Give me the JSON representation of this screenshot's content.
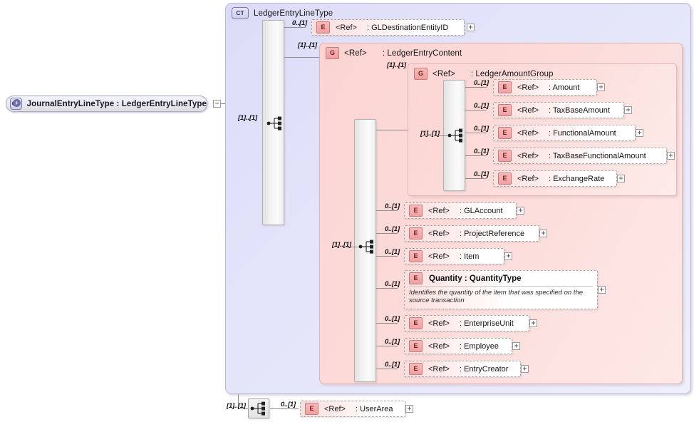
{
  "diagram": {
    "type": "xsd-schema-diagram",
    "colors": {
      "complextype_fill": "#e0e0f8",
      "group_fill": "#fbd6d4",
      "element_badge": "#f7a8a8",
      "line": "#8d8d8d"
    },
    "root": {
      "badge": "CT",
      "badge_expand": "+",
      "label": "JournalEntryLineType : LedgerEntryLineType",
      "collapse_toggle": "−"
    },
    "complex_type": {
      "badge": "CT",
      "title": "LedgerEntryLineType",
      "compositor": "sequence",
      "cardinality": "[1]..[1]"
    },
    "group_content": {
      "badge": "G",
      "ref": "<Ref>",
      "title": ": LedgerEntryContent",
      "cardinality": "[1]..[1]",
      "compositor": "sequence",
      "inner_cardinality": "[1]..[1]"
    },
    "group_amount": {
      "badge": "G",
      "ref": "<Ref>",
      "title": ": LedgerAmountGroup",
      "cardinality": "[1]..[1]",
      "compositor": "sequence",
      "inner_cardinality": "[1]..[1]"
    },
    "nodes": {
      "gl_destination_entity_id": {
        "badge": "E",
        "ref": "<Ref>",
        "name": ": GLDestinationEntityID",
        "cardinality": "0..[1]",
        "expand": "+"
      },
      "amount": {
        "badge": "E",
        "ref": "<Ref>",
        "name": ": Amount",
        "cardinality": "0..[1]",
        "expand": "+"
      },
      "tax_base_amount": {
        "badge": "E",
        "ref": "<Ref>",
        "name": ": TaxBaseAmount",
        "cardinality": "0..[1]",
        "expand": "+"
      },
      "functional_amount": {
        "badge": "E",
        "ref": "<Ref>",
        "name": ": FunctionalAmount",
        "cardinality": "0..[1]",
        "expand": "+"
      },
      "tax_base_functional_amount": {
        "badge": "E",
        "ref": "<Ref>",
        "name": ": TaxBaseFunctionalAmount",
        "cardinality": "0..[1]",
        "expand": "+"
      },
      "exchange_rate": {
        "badge": "E",
        "ref": "<Ref>",
        "name": ": ExchangeRate",
        "cardinality": "0..[1]",
        "expand": "+"
      },
      "gl_account": {
        "badge": "E",
        "ref": "<Ref>",
        "name": ": GLAccount",
        "cardinality": "0..[1]",
        "expand": "+"
      },
      "project_reference": {
        "badge": "E",
        "ref": "<Ref>",
        "name": ": ProjectReference",
        "cardinality": "0..[1]",
        "expand": "+"
      },
      "item": {
        "badge": "E",
        "ref": "<Ref>",
        "name": ": Item",
        "cardinality": "0..[1]",
        "expand": "+"
      },
      "quantity": {
        "badge": "E",
        "name": "Quantity  : QuantityType",
        "description": "Identifies the quantity of the item that was specified on the source transaction",
        "cardinality": "0..[1]",
        "expand": "+"
      },
      "enterprise_unit": {
        "badge": "E",
        "ref": "<Ref>",
        "name": ": EnterpriseUnit",
        "cardinality": "0..[1]",
        "expand": "+"
      },
      "employee": {
        "badge": "E",
        "ref": "<Ref>",
        "name": ": Employee",
        "cardinality": "0..[1]",
        "expand": "+"
      },
      "entry_creator": {
        "badge": "E",
        "ref": "<Ref>",
        "name": ": EntryCreator",
        "cardinality": "0..[1]",
        "expand": "+"
      },
      "user_area": {
        "badge": "E",
        "ref": "<Ref>",
        "name": ": UserArea",
        "cardinality": "0..[1]",
        "expand": "+"
      }
    },
    "bottom_sequence": {
      "cardinality": "[1]..[1]",
      "compositor": "sequence"
    }
  }
}
